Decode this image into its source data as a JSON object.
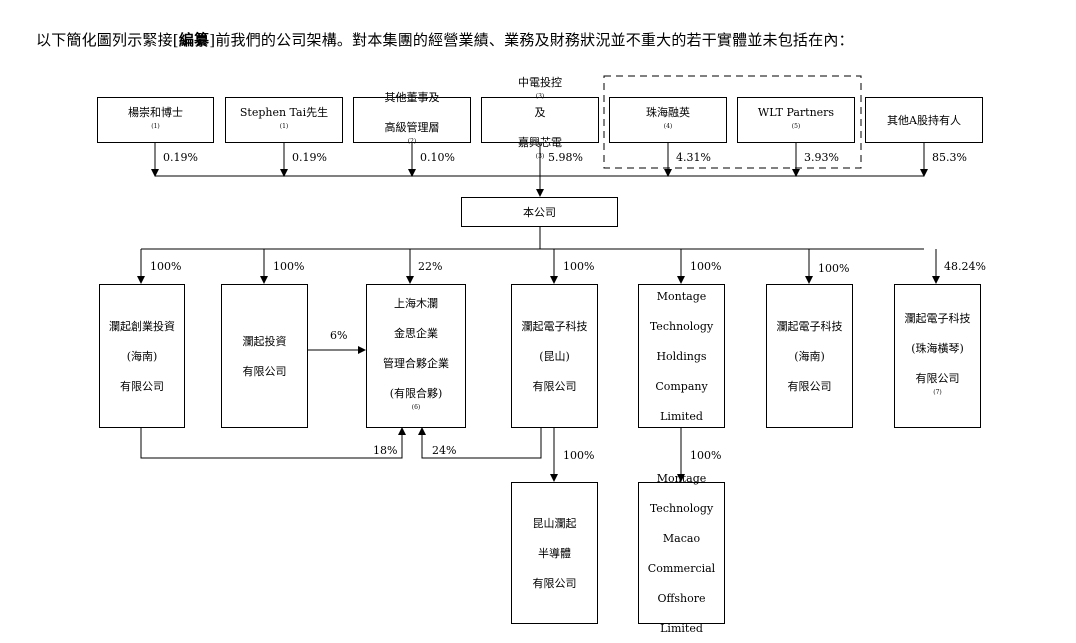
{
  "intro": {
    "before": "以下簡化圖列示緊接[",
    "bold": "編纂",
    "after": "]前我們的公司架構。對本集團的經營業績、業務及財務狀況並不重大的若干實體並未包括在內："
  },
  "shareholders": [
    {
      "lines": [
        "楊崇和博士"
      ],
      "note": "(1)",
      "pct": "0.19%"
    },
    {
      "lines": [
        "Stephen Tai先生"
      ],
      "note": "(1)",
      "pct": "0.19%"
    },
    {
      "lines": [
        "其他董事及",
        "高級管理層"
      ],
      "note": "(2)",
      "pct": "0.10%"
    },
    {
      "lines": [
        "中電投控",
        "及",
        "嘉興芯電"
      ],
      "notes": [
        "(3)",
        "(3)"
      ],
      "pct": "5.98%"
    },
    {
      "lines": [
        "珠海融英"
      ],
      "note": "(4)",
      "pct": "4.31%"
    },
    {
      "lines": [
        "WLT Partners"
      ],
      "note": "(5)",
      "pct": "3.93%"
    },
    {
      "lines": [
        "其他A股持有人"
      ],
      "note": "",
      "pct": "85.3%"
    }
  ],
  "company": "本公司",
  "subsidiaries": [
    {
      "lines": [
        "瀾起創業投資",
        "(海南)",
        "有限公司"
      ],
      "pct": "100%"
    },
    {
      "lines": [
        "瀾起投資",
        "有限公司"
      ],
      "pct": "100%"
    },
    {
      "lines": [
        "上海木瀾",
        "金思企業",
        "管理合夥企業",
        "(有限合夥)"
      ],
      "note": "(6)",
      "pct": "22%"
    },
    {
      "lines": [
        "瀾起電子科技",
        "(昆山)",
        "有限公司"
      ],
      "pct": "100%"
    },
    {
      "lines": [
        "Montage",
        "Technology",
        "Holdings",
        "Company",
        "Limited"
      ],
      "pct": "100%"
    },
    {
      "lines": [
        "瀾起電子科技",
        "(海南)",
        "有限公司"
      ],
      "pct": "100%"
    },
    {
      "lines": [
        "瀾起電子科技",
        "(珠海橫琴)",
        "有限公司"
      ],
      "note": "(7)",
      "pct": "48.24%"
    }
  ],
  "cross_links": {
    "invest_to_partnership": "6%",
    "venture_to_partnership": "18%",
    "kunshan_to_partnership": "24%"
  },
  "grandchildren": [
    {
      "lines": [
        "昆山瀾起",
        "半導體",
        "有限公司"
      ],
      "pct": "100%"
    },
    {
      "lines": [
        "Montage",
        "Technology",
        "Macao",
        "Commercial",
        "Offshore",
        "Limited"
      ],
      "pct": "100%"
    }
  ]
}
